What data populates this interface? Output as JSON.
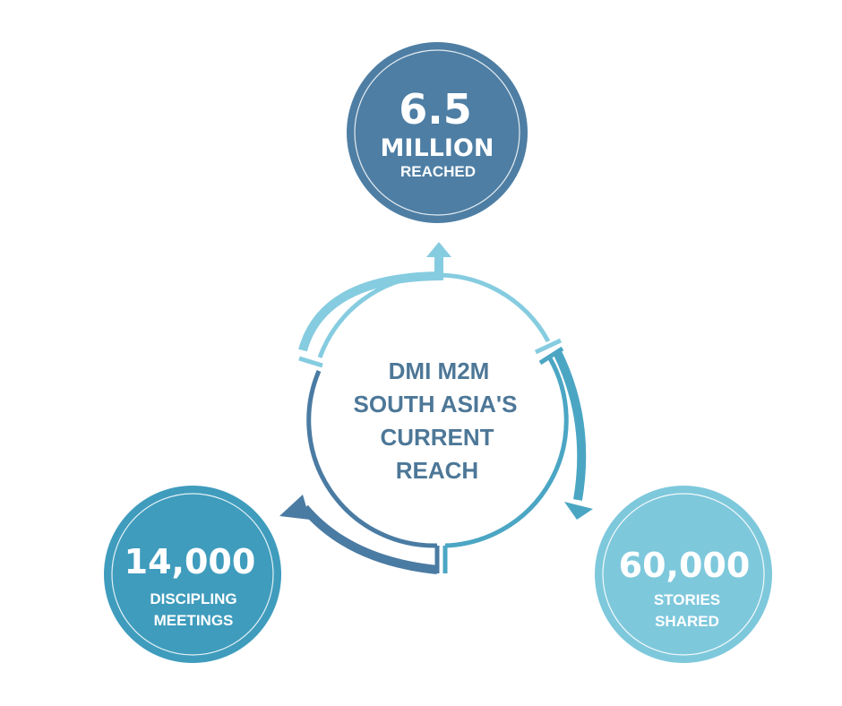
{
  "center": {
    "lines": [
      "DMI M2M",
      "SOUTH ASIA'S",
      "CURRENT",
      "REACH"
    ]
  },
  "stats": [
    {
      "id": "top",
      "number": "6.5",
      "unit": "MILLION",
      "label": "REACHED",
      "color": "#4e7ea4"
    },
    {
      "id": "left",
      "number": "14,000",
      "label_line1": "DISCIPLING",
      "label_line2": "MEETINGS",
      "color": "#3f9cbd"
    },
    {
      "id": "right",
      "number": "60,000",
      "label_line1": "STORIES",
      "label_line2": "SHARED",
      "color": "#7ec8dc"
    }
  ],
  "colors": {
    "arc_light": "#86cce0",
    "arc_mid": "#4ba6c4",
    "arc_dark": "#4a7ba3",
    "center_text": "#4d7797"
  }
}
